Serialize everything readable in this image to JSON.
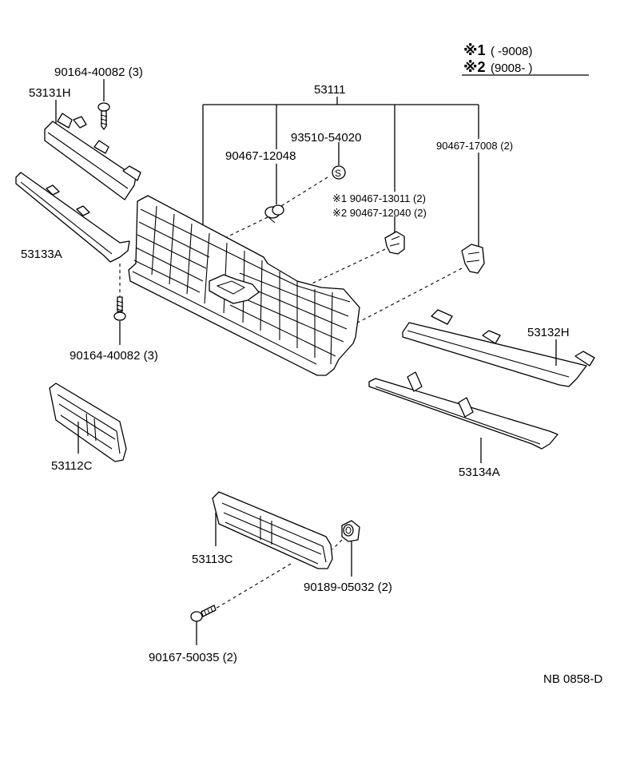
{
  "legend": {
    "row1_mark": "※1",
    "row1_range": "(        -9008)",
    "row2_mark": "※2",
    "row2_range": "(9008-          )"
  },
  "labels": {
    "main_grille": "53111",
    "clip_93510": "93510-54020",
    "clip_90467_12048": "90467-12048",
    "clip_90467_17008": "90467-17008 (2)",
    "clip_note1": "※1  90467-13011 (2)",
    "clip_note2": "※2  90467-12040 (2)",
    "screw_top": "90164-40082 (3)",
    "retainer_upper_left": "53131H",
    "retainer_lower_left": "53133A",
    "screw_mid": "90164-40082 (3)",
    "retainer_upper_right": "53132H",
    "retainer_lower_right": "53134A",
    "grille_small_left": "53112C",
    "grille_center_lower": "53113C",
    "nut_right": "90189-05032 (2)",
    "screw_bottom": "90167-50035 (2)",
    "drawing_code": "NB 0858-D"
  }
}
